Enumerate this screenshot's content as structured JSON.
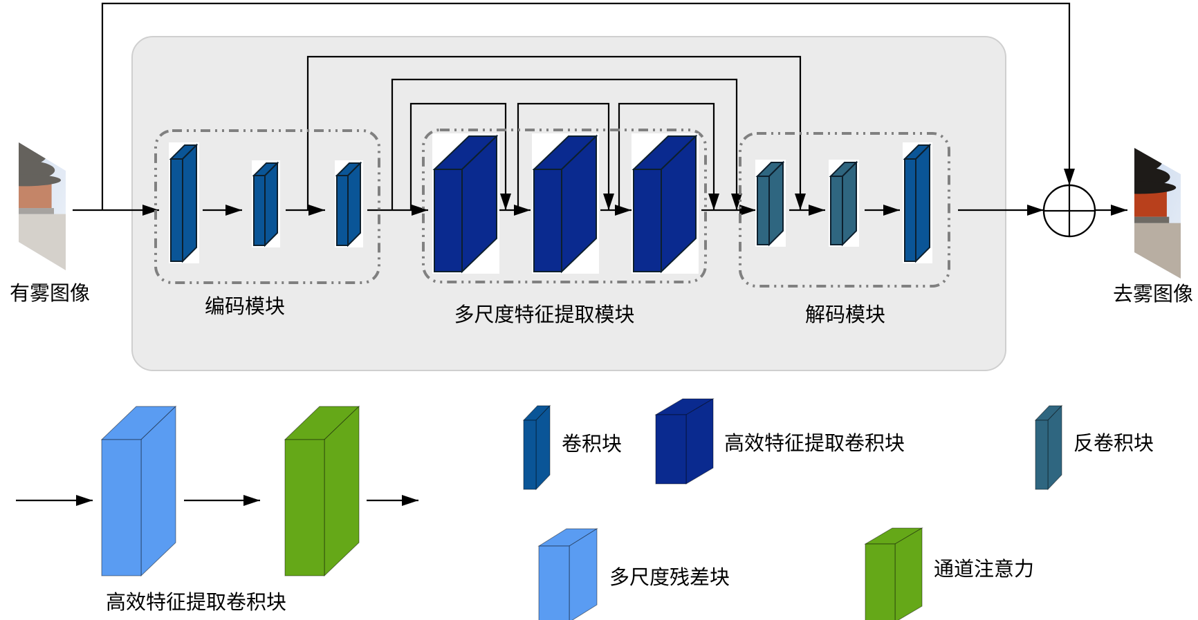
{
  "figure": {
    "input_label": "有雾图像",
    "output_label": "去雾图像",
    "encoder_label": "编码模块",
    "multiscale_label": "多尺度特征提取模块",
    "decoder_label": "解码模块",
    "efficient_block_caption": "高效特征提取卷积块",
    "sum_node": "element-wise addition"
  },
  "legend": {
    "conv": "卷积块",
    "efficient_conv": "高效特征提取卷积块",
    "deconv": "反卷积块",
    "multiscale_residual": "多尺度残差块",
    "channel_attention": "通道注意力"
  },
  "colors": {
    "conv": "#0a5597",
    "efficient_conv": "#0a2a8f",
    "deconv": "#2f6680",
    "multiscale_residual": "#5a9cf2",
    "channel_attention": "#65a818",
    "panel_bg": "#ebebeb",
    "dash": "#808080"
  },
  "structure": {
    "encoder_blocks": [
      "conv",
      "conv",
      "conv"
    ],
    "multiscale_blocks": [
      "efficient_conv",
      "efficient_conv",
      "efficient_conv"
    ],
    "decoder_blocks": [
      "deconv",
      "deconv",
      "conv"
    ],
    "efficient_block_parts": [
      "multiscale_residual",
      "channel_attention"
    ]
  }
}
